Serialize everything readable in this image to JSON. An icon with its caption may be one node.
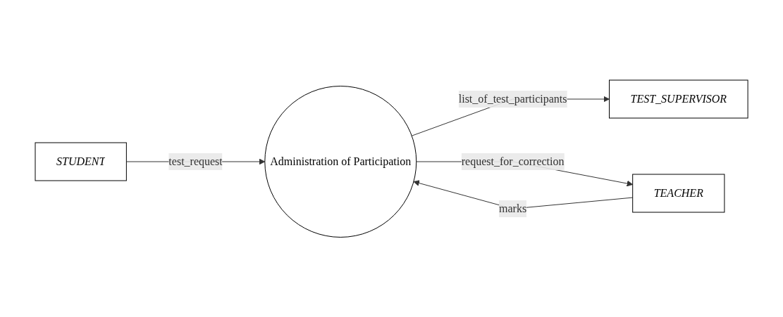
{
  "diagram": {
    "nodes": [
      {
        "text": [
          "TEST_SUPERVISOR"
        ]
      },
      {
        "text": [
          "Administration of Participation"
        ]
      },
      {
        "text": [
          "STUDENT"
        ]
      },
      {
        "text": [
          "TEACHER"
        ]
      }
    ],
    "edges": [
      {
        "from": 1,
        "to": 0,
        "arrow": "to",
        "label": "list_of_test_participants"
      },
      {
        "from": 2,
        "to": 1,
        "arrow": "to",
        "label": "test_request"
      },
      {
        "from": 1,
        "to": 3,
        "arrow": "to",
        "label": "request_for_correction"
      },
      {
        "from": 3,
        "to": 1,
        "arrow": "to",
        "label": "marks"
      }
    ]
  }
}
